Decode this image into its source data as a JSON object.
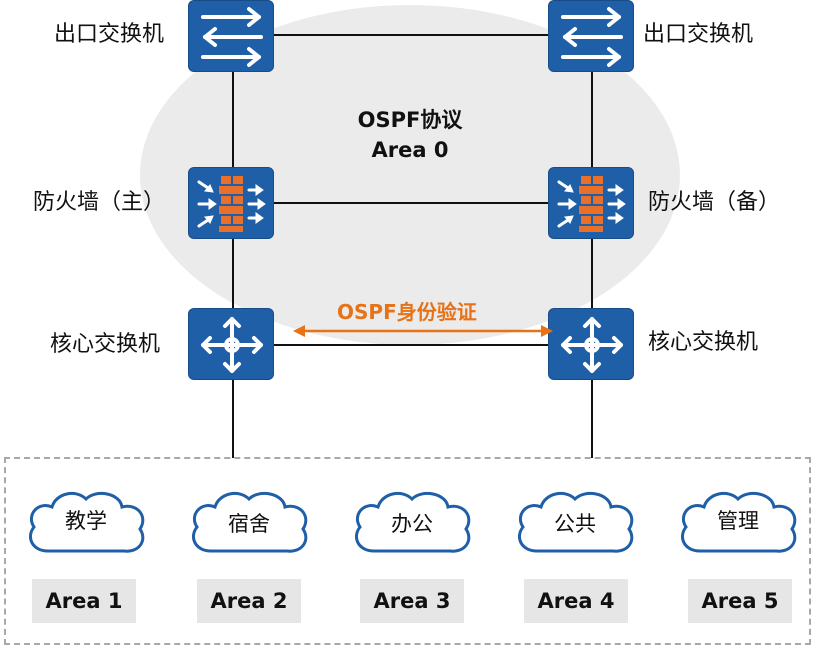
{
  "backbone": {
    "protocol_label": "OSPF协议",
    "area_label": "Area 0",
    "auth_label": "OSPF身份验证"
  },
  "devices": {
    "egress_left": "出口交换机",
    "egress_right": "出口交换机",
    "firewall_primary": "防火墙（主）",
    "firewall_backup": "防火墙（备）",
    "core_left": "核心交换机",
    "core_right": "核心交换机"
  },
  "areas": [
    {
      "name": "教学",
      "area": "Area 1"
    },
    {
      "name": "宿舍",
      "area": "Area 2"
    },
    {
      "name": "办公",
      "area": "Area 3"
    },
    {
      "name": "公共",
      "area": "Area 4"
    },
    {
      "name": "管理",
      "area": "Area 5"
    }
  ],
  "colors": {
    "device": "#1f5fa8",
    "firewall_brick": "#e8702a",
    "auth_arrow": "#e67318",
    "ellipse": "#ebebeb"
  }
}
